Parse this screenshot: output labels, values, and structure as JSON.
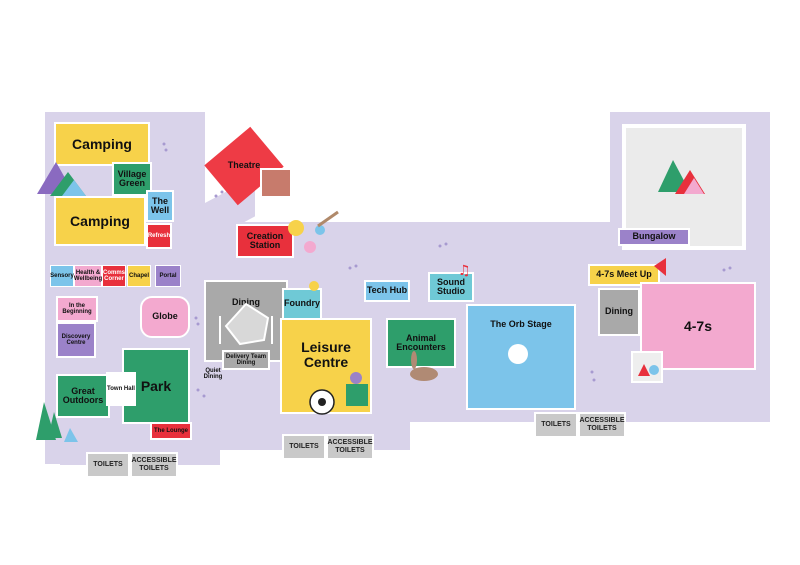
{
  "zones": {
    "camping_1": "Camping",
    "village_green": "Village Green",
    "camping_2": "Camping",
    "the_well": "The Well",
    "refresh": "Refresh",
    "theatre": "Theatre",
    "creation_station": "Creation Station",
    "bungalow": "Bungalow",
    "sensory": "Sensory",
    "health_wellbeing": "Health & Wellbeing",
    "comms_corner": "Comms Corner",
    "chapel": "Chapel",
    "portal": "Portal",
    "in_the_beginning": "In the Beginning",
    "discovery_centre": "Discovery Centre",
    "globe": "Globe",
    "dining_1": "Dining",
    "delivery_team_dining": "Delivery Team Dining",
    "quiet_dining": "Quiet Dining",
    "foundry": "Foundry",
    "leisure_centre": "Leisure Centre",
    "tech_hub": "Tech Hub",
    "sound_studio": "Sound Studio",
    "animal_encounters": "Animal Encounters",
    "orb_stage": "The Orb Stage",
    "four_seven_meetup": "4-7s Meet Up",
    "dining_2": "Dining",
    "four_sevens": "4-7s",
    "great_outdoors": "Great Outdoors",
    "town_hall": "Town Hall",
    "park": "Park",
    "the_lounge": "The Lounge"
  },
  "toilets": {
    "t1": "TOILETS",
    "a1": "ACCESSIBLE TOILETS",
    "t2": "TOILETS",
    "a2": "ACCESSIBLE TOILETS",
    "t3": "TOILETS",
    "a3": "ACCESSIBLE TOILETS"
  },
  "colors": {
    "corridor": "#d9d3ea",
    "camping": "#f7d24a",
    "village_green": "#2e9e6b",
    "the_well": "#7cc4ea",
    "theatre": "#ee3b45",
    "creation_station": "#e8303c",
    "bungalow": "#9b82c9",
    "dining": "#a9a9a9",
    "foundry": "#6fc9d6",
    "leisure_centre": "#f7d24a",
    "orb_stage": "#7cc4ea",
    "animal_encounters": "#2e9e6b",
    "four_sevens": "#f3a9cf",
    "park": "#2e9e6b",
    "the_lounge": "#e8303c",
    "toilets": "#c9c9c9"
  }
}
